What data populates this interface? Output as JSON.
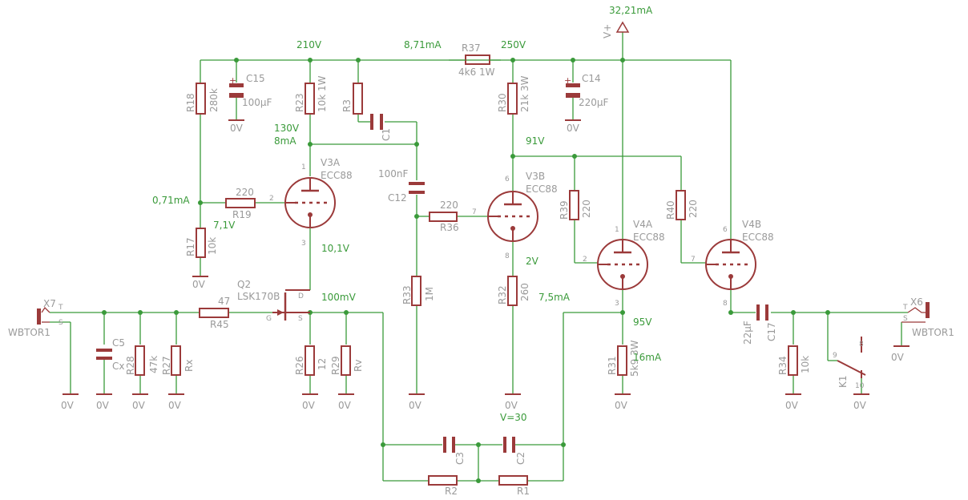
{
  "colors": {
    "wire": "#3a9a3a",
    "component": "#9b3a3a",
    "label": "#9a9a9a",
    "annotation": "#3a9a3a"
  },
  "components": {
    "R18": {
      "name": "R18",
      "value": "280k"
    },
    "R23": {
      "name": "R23",
      "value": "10k 1W"
    },
    "R3": {
      "name": "R3"
    },
    "R37": {
      "name": "R37",
      "value": "4k6 1W"
    },
    "R30": {
      "name": "R30",
      "value": "21k 3W"
    },
    "R19": {
      "name": "R19",
      "value": "220"
    },
    "R17": {
      "name": "R17",
      "value": "10k"
    },
    "R36": {
      "name": "R36",
      "value": "220"
    },
    "R33": {
      "name": "R33",
      "value": "1M"
    },
    "R32": {
      "name": "R32",
      "value": "260"
    },
    "R39": {
      "name": "R39",
      "value": "220"
    },
    "R40": {
      "name": "R40",
      "value": "220"
    },
    "R45": {
      "name": "R45",
      "value": "47"
    },
    "R28": {
      "name": "R28",
      "value": "47k"
    },
    "R27": {
      "name": "R27",
      "value": "Rx"
    },
    "R26": {
      "name": "R26",
      "value": "12"
    },
    "R29": {
      "name": "R29",
      "value": "Rv"
    },
    "R31": {
      "name": "R31",
      "value": "5k9 3W"
    },
    "R34": {
      "name": "R34",
      "value": "10k"
    },
    "R1": {
      "name": "R1"
    },
    "R2": {
      "name": "R2"
    },
    "C15": {
      "name": "C15",
      "value": "100µF"
    },
    "C14": {
      "name": "C14",
      "value": "220µF"
    },
    "C1": {
      "name": "C1"
    },
    "C12": {
      "name": "C12",
      "value": "100nF"
    },
    "C5": {
      "name": "C5",
      "value": "Cx"
    },
    "C17": {
      "name": "C17",
      "value": "22µF"
    },
    "C2": {
      "name": "C2"
    },
    "C3": {
      "name": "C3"
    },
    "V3A": {
      "name": "V3A",
      "type": "ECC88"
    },
    "V3B": {
      "name": "V3B",
      "type": "ECC88"
    },
    "V4A": {
      "name": "V4A",
      "type": "ECC88"
    },
    "V4B": {
      "name": "V4B",
      "type": "ECC88"
    },
    "Q2": {
      "name": "Q2",
      "type": "LSK170B"
    },
    "X7": {
      "name": "X7",
      "type": "WBTOR1"
    },
    "X6": {
      "name": "X6",
      "type": "WBTOR1"
    },
    "K1": {
      "name": "K1"
    }
  },
  "pins": {
    "one": "1",
    "two": "2",
    "three": "3",
    "six": "6",
    "seven": "7",
    "eight": "8",
    "nine": "9",
    "ten": "10",
    "T": "T",
    "S": "S",
    "D": "D",
    "G": "G"
  },
  "supply": {
    "label": "V+",
    "ground": "0V"
  },
  "annotations": {
    "i_total": "32,21mA",
    "v_210": "210V",
    "i_871": "8,71mA",
    "v_250": "250V",
    "v_130": "130V",
    "i_8": "8mA",
    "v_91": "91V",
    "i_071": "0,71mA",
    "v_71": "7,1V",
    "v_101": "10,1V",
    "v_2": "2V",
    "mv_100": "100mV",
    "i_75": "7,5mA",
    "v_95": "95V",
    "i_16": "16mA",
    "v_30": "V=30"
  }
}
